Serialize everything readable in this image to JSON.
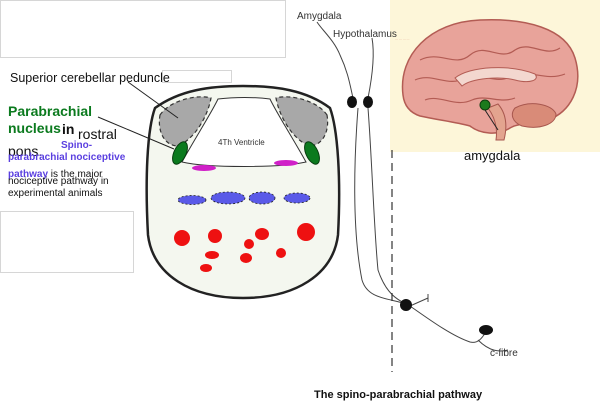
{
  "labels": {
    "amygdala_top": "Amygdala",
    "hypothalamus": "Hypothalamus",
    "superior_cerebellar_peduncle": "Superior cerebellar peduncle",
    "ventricle": "4Th Ventricle",
    "c_fibre": "c-fibre",
    "amygdala_caption": "amygdala"
  },
  "parabrachial": {
    "title": "Parabrachial nucleus",
    "in": "in",
    "rest": "rostral pons.",
    "spino_line1": "Spino-",
    "spino_line2": "parabrachial nociceptive",
    "spino_line3": "pathway",
    "desc_tail": " is the major",
    "desc_line2": "nociceptive pathway in",
    "desc_line3": "experimental animals"
  },
  "caption": "The spino-parabrachial pathway",
  "colors": {
    "parabrachial_green": "#0b7a1e",
    "peduncle_gray": "#a8a8a8",
    "blue_nuclei": "#5a5ae8",
    "magenta_nuclei": "#d020c8",
    "red_nuclei": "#ee1111",
    "section_fill": "#f4f7ef",
    "brain_panel_bg": "#fdf6d9",
    "spino_text": "#5a3fe0"
  },
  "icons": {
    "brain": "brain-sagittal-illustration",
    "neuron": "neuron-cell-body"
  }
}
